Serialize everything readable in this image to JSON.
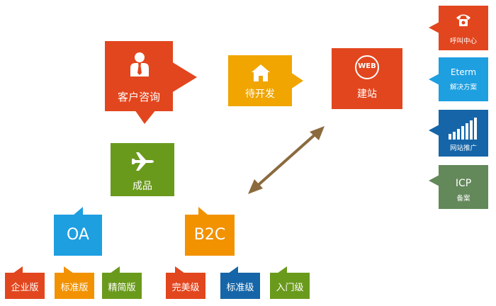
{
  "colors": {
    "red": "#E2461E",
    "yellow": "#F0A500",
    "green": "#6A9A1C",
    "blue": "#1E9FE0",
    "navy": "#1565A8",
    "orange": "#F29200",
    "grey_green": "#63885A",
    "brown": "#8B6A3E"
  },
  "nodes": {
    "consult": {
      "label": "客户咨询",
      "icon": "person-tie-icon"
    },
    "develop": {
      "label": "待开发",
      "icon": "house-icon"
    },
    "web": {
      "label": "建站",
      "badge": "WEB"
    },
    "product": {
      "label": "成品",
      "icon": "airplane-icon"
    },
    "oa": {
      "label": "OA"
    },
    "b2c": {
      "label": "B2C"
    }
  },
  "services": [
    {
      "label": "呼叫中心",
      "icon": "telephone-icon"
    },
    {
      "title": "Eterm",
      "label": "解决方案"
    },
    {
      "label": "网站推广",
      "icon": "signal-bars-icon"
    },
    {
      "title": "ICP",
      "label": "备案"
    }
  ],
  "oa_editions": [
    "企业版",
    "标准版",
    "精简版"
  ],
  "b2c_editions": [
    "完美级",
    "标准级",
    "入门级"
  ]
}
